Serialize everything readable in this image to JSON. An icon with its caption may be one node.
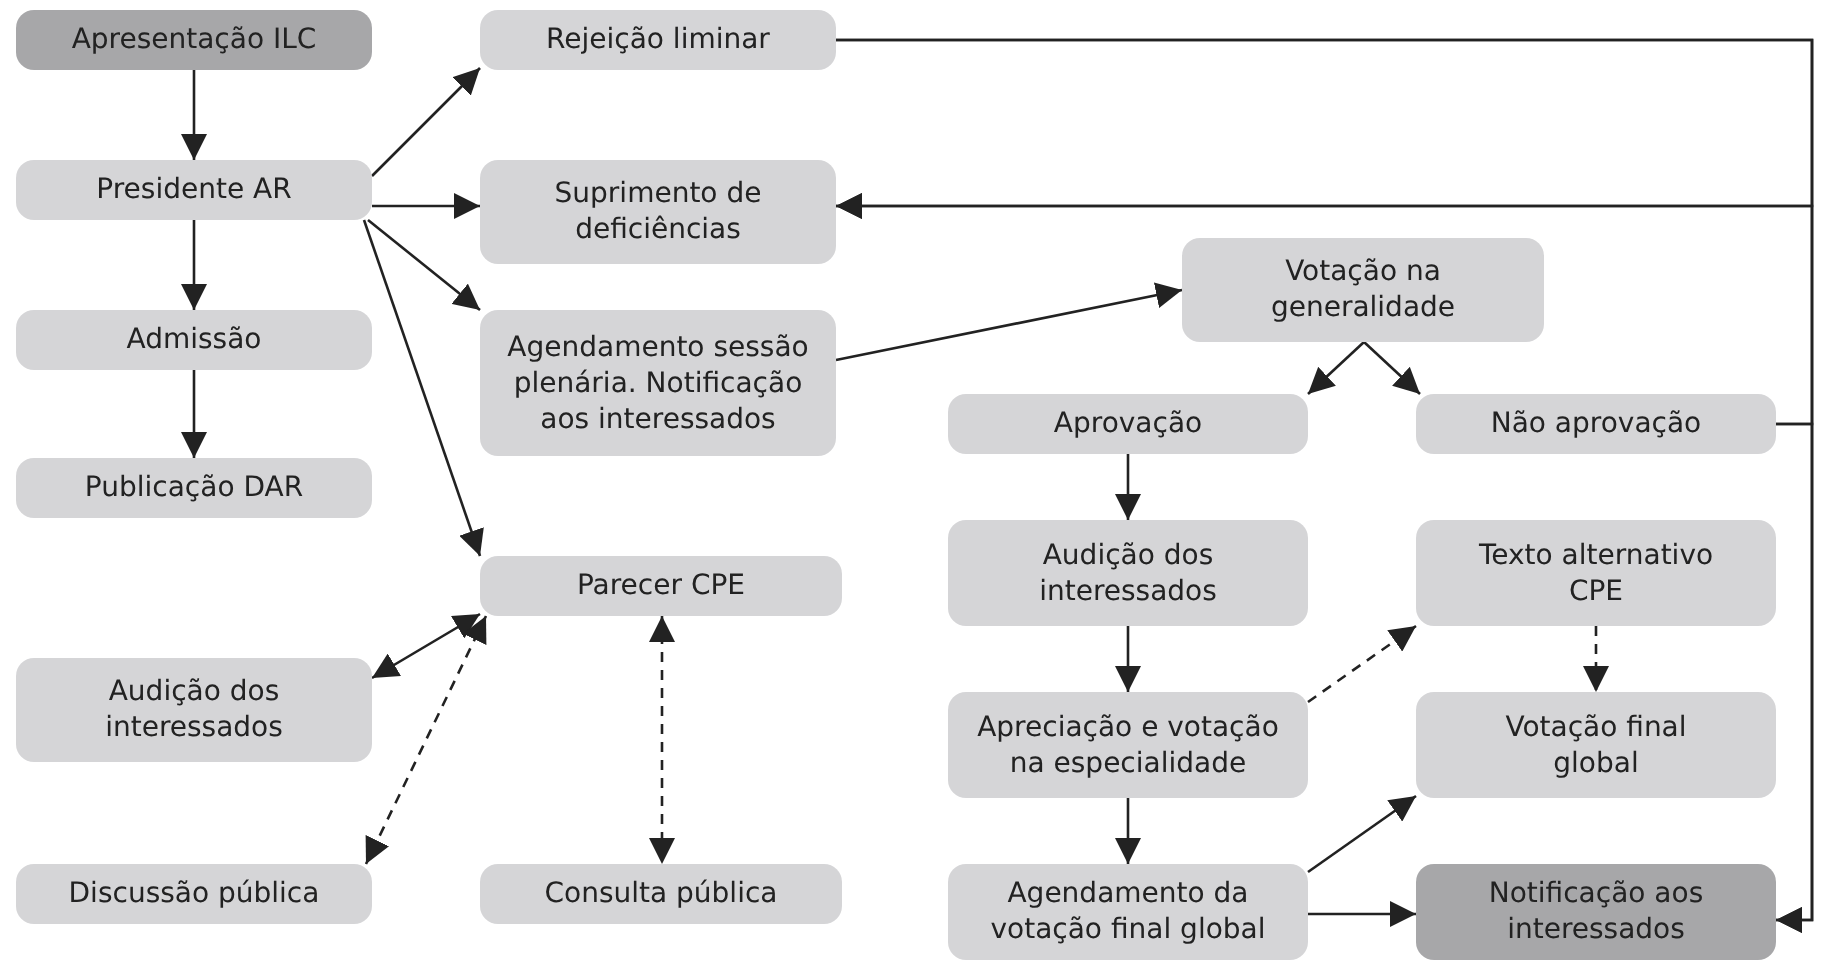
{
  "diagram": {
    "nodes": [
      {
        "text": [
          "Apresentação ILC"
        ]
      },
      {
        "text": [
          "Presidente AR"
        ]
      },
      {
        "text": [
          "Admissão"
        ]
      },
      {
        "text": [
          "Publicação DAR"
        ]
      },
      {
        "text": [
          "Rejeição liminar"
        ]
      },
      {
        "text": [
          "Suprimento de deficiências"
        ]
      },
      {
        "text": [
          "Agendamento sessão plenária. Notificação aos interessados"
        ]
      },
      {
        "text": [
          "Votação na generalidade"
        ]
      },
      {
        "text": [
          "Aprovação"
        ]
      },
      {
        "text": [
          "Não aprovação"
        ]
      },
      {
        "text": [
          "Parecer CPE"
        ]
      },
      {
        "text": [
          "Audição dos interessados"
        ]
      },
      {
        "text": [
          "Audição dos interessados"
        ]
      },
      {
        "text": [
          "Texto alternativo CPE"
        ]
      },
      {
        "text": [
          "Apreciação e votação na especialidade"
        ]
      },
      {
        "text": [
          "Votação final global"
        ]
      },
      {
        "text": [
          "Discussão pública"
        ]
      },
      {
        "text": [
          "Consulta pública"
        ]
      },
      {
        "text": [
          "Agendamento da votação final global"
        ]
      },
      {
        "text": [
          "Notificação aos interessados"
        ]
      }
    ],
    "edges": [
      {
        "from": 0,
        "to": 1,
        "arrow": "to"
      },
      {
        "from": 1,
        "to": 2,
        "arrow": "to"
      },
      {
        "from": 2,
        "to": 3,
        "arrow": "to"
      },
      {
        "from": 1,
        "to": 4,
        "arrow": "to"
      },
      {
        "from": 1,
        "to": 5,
        "arrow": "to"
      },
      {
        "from": 1,
        "to": 6,
        "arrow": "to"
      },
      {
        "from": 1,
        "to": 10,
        "arrow": "to"
      },
      {
        "from": 6,
        "to": 7,
        "arrow": "to"
      },
      {
        "from": 7,
        "to": 8,
        "arrow": "to"
      },
      {
        "from": 7,
        "to": 9,
        "arrow": "to"
      },
      {
        "from": 8,
        "to": 12,
        "arrow": "to"
      },
      {
        "from": 12,
        "to": 14,
        "arrow": "to"
      },
      {
        "from": 14,
        "to": 18,
        "arrow": "to"
      },
      {
        "from": 14,
        "to": 13,
        "arrow": "to",
        "style": "dashed"
      },
      {
        "from": 13,
        "to": 15,
        "arrow": "to",
        "style": "dashed"
      },
      {
        "from": 18,
        "to": 15,
        "arrow": "to"
      },
      {
        "from": 18,
        "to": 19,
        "arrow": "to"
      },
      {
        "from": 10,
        "to": 11,
        "arrow": "both"
      },
      {
        "from": 10,
        "to": 16,
        "arrow": "both",
        "style": "dashed"
      },
      {
        "from": 10,
        "to": 17,
        "arrow": "both",
        "style": "dashed"
      },
      {
        "from": 4,
        "to": 5,
        "arrow": "to"
      },
      {
        "from": 4,
        "to": 19,
        "arrow": "to"
      },
      {
        "from": 9,
        "to": 5,
        "arrow": "to"
      },
      {
        "from": 9,
        "to": 19,
        "arrow": "to"
      }
    ]
  }
}
